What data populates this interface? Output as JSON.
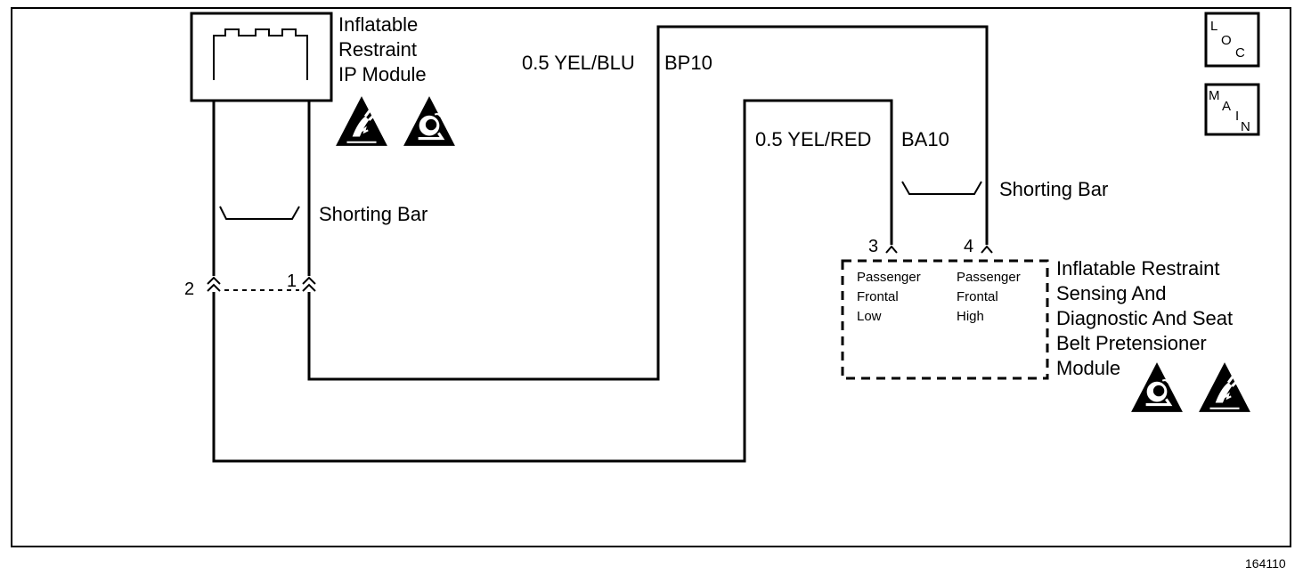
{
  "ip_module": {
    "label_line1": "Inflatable",
    "label_line2": "Restraint",
    "label_line3": "IP Module",
    "pin_left": "2",
    "pin_right": "1",
    "shorting_bar": "Shorting Bar"
  },
  "wires": {
    "upper_label": "0.5 YEL/BLU",
    "upper_circuit": "BP10",
    "lower_label": "0.5 YEL/RED",
    "lower_circuit": "BA10"
  },
  "sdm": {
    "label_line1": "Inflatable Restraint",
    "label_line2": "Sensing And",
    "label_line3": "Diagnostic And Seat",
    "label_line4": "Belt Pretensioner",
    "label_line5": "Module",
    "pin_3": "3",
    "pin_4": "4",
    "shorting_bar": "Shorting Bar",
    "low_line1": "Passenger",
    "low_line2": "Frontal",
    "low_line3": "Low",
    "high_line1": "Passenger",
    "high_line2": "Frontal",
    "high_line3": "High"
  },
  "nav": {
    "loc_l": "L",
    "loc_o": "O",
    "loc_c": "C",
    "main_m": "M",
    "main_a": "A",
    "main_i": "I",
    "main_n": "N"
  },
  "figure_number": "164110",
  "icons": [
    "esd-warning-icon",
    "airbag-warning-icon"
  ]
}
